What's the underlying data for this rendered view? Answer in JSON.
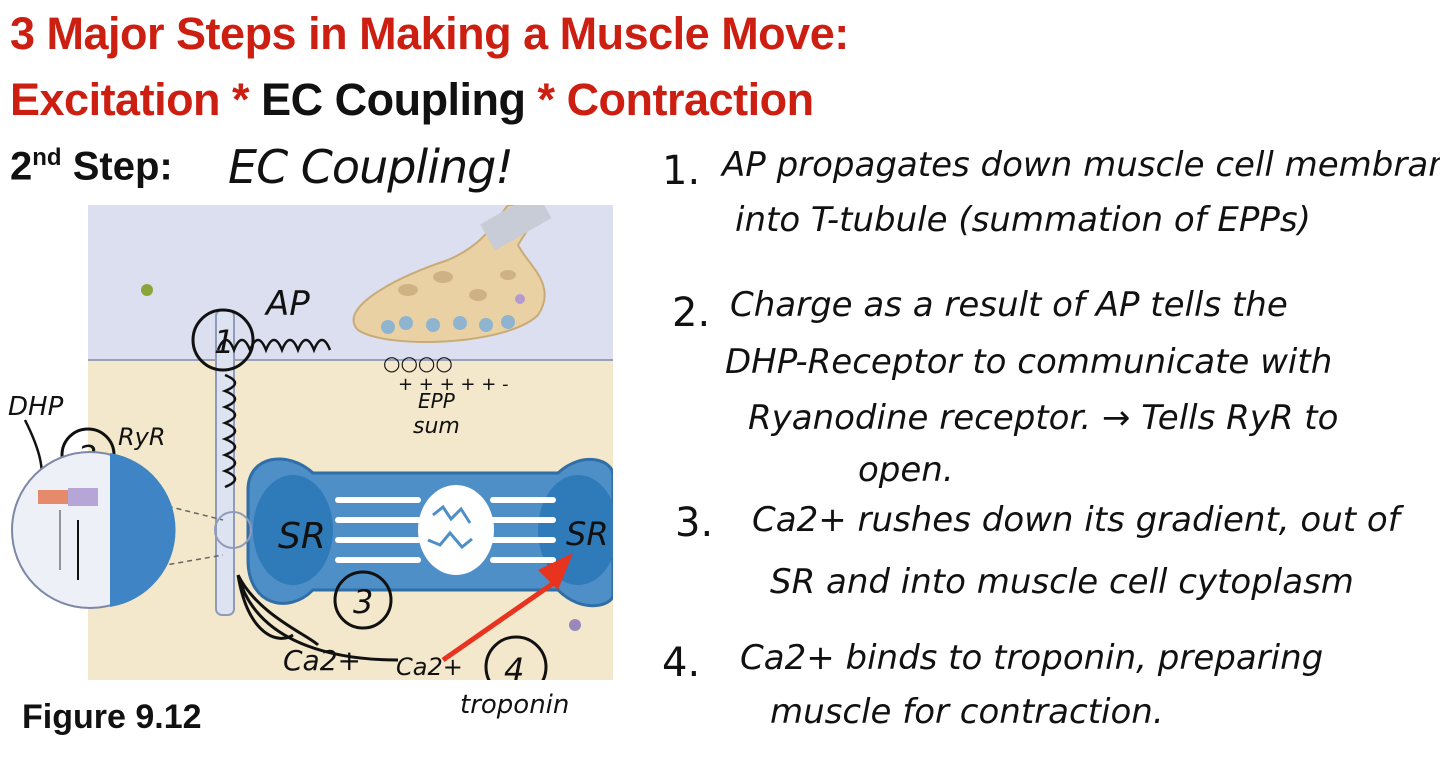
{
  "heading": {
    "line1": "3 Major Steps in Making a Muscle Move:",
    "line2_part1": "Excitation * ",
    "line2_part2": "EC Coupling",
    "line2_part3": " * Contraction"
  },
  "step": {
    "number": "2",
    "suffix": "nd",
    "label": " Step:",
    "handwritten": "EC Coupling!"
  },
  "figure": {
    "caption": "Figure 9.12",
    "labels": {
      "dhp": "DHP",
      "ryr": "RyR",
      "ap": "AP",
      "sr_left": "SR",
      "sr_right": "SR",
      "charges": "○○○○",
      "plus_minus": "+ + + + + -",
      "epp": "EPP",
      "sum": "sum",
      "ca_left": "Ca2+",
      "ca_right": "Ca2+",
      "troponin": "troponin",
      "circle1": "1",
      "circle2": "2",
      "circle3": "3",
      "circle4": "4"
    }
  },
  "notes": [
    {
      "number": "1.",
      "lines": [
        "AP propagates down muscle cell membrane",
        "into T-tubule (summation of EPPs)"
      ]
    },
    {
      "number": "2.",
      "lines": [
        "Charge as a result of AP tells the",
        "DHP-Receptor to communicate with",
        "Ryanodine receptor. → Tells RyR to",
        "open."
      ]
    },
    {
      "number": "3.",
      "lines": [
        "Ca2+ rushes down its gradient, out of",
        "SR and into muscle cell cytoplasm"
      ]
    },
    {
      "number": "4.",
      "lines": [
        "Ca2+ binds to troponin, preparing",
        "muscle for contraction."
      ]
    }
  ]
}
